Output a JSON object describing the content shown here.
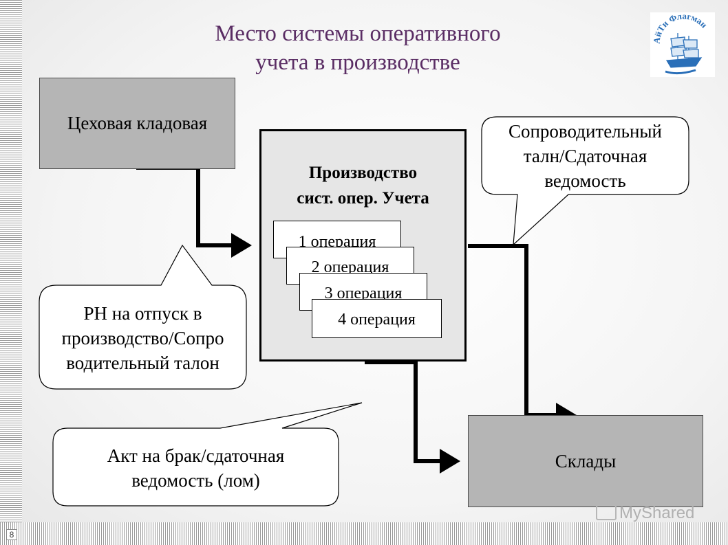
{
  "slide": {
    "title_line1": "Место системы оперативного",
    "title_line2": "учета в производстве",
    "page_number": "8",
    "logo_text": "АйТи Флагман",
    "watermark": "MyShared"
  },
  "nodes": {
    "workshop_store": "Цеховая кладовая",
    "production_line1": "Производство",
    "production_line2": "сист. опер. Учета",
    "operations": [
      "1 операция",
      "2 операция",
      "3 операция",
      "4 операция"
    ],
    "warehouses": "Склады"
  },
  "callouts": {
    "issue_doc": [
      "РН на отпуск в",
      "производство/Сопро",
      "водительный талон"
    ],
    "accompany_doc": [
      "Сопроводительный",
      "талн/Сдаточная",
      "ведомость"
    ],
    "defect_doc": [
      "Акт на брак/сдаточная",
      "ведомость (лом)"
    ]
  },
  "colors": {
    "title": "#5a2d64",
    "gray_box": "#b5b5b5",
    "production_box": "#e6e6e6",
    "arrow": "#000000"
  }
}
